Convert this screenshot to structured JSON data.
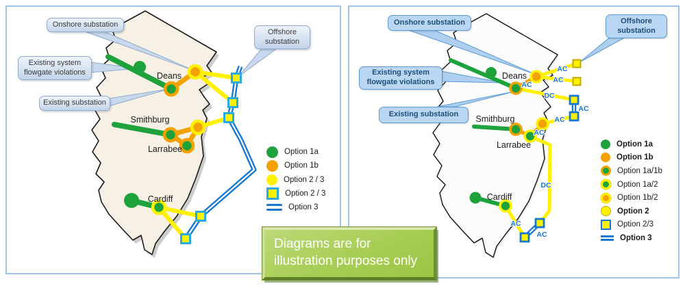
{
  "note_box": {
    "text": "Diagrams are for illustration purposes only"
  },
  "left_panel": {
    "callouts": {
      "onshore": "Onshore substation",
      "offshore": "Offshore substation",
      "flowgate": "Existing system flowgate violations",
      "existing": "Existing substation"
    },
    "cities": [
      "Deans",
      "Smithburg",
      "Larrabee",
      "Cardiff"
    ],
    "legend": [
      {
        "marker": "green-circle",
        "label": "Option 1a"
      },
      {
        "marker": "orange-circle",
        "label": "Option 1b"
      },
      {
        "marker": "yellow-circle",
        "label": "Option 2 / 3"
      },
      {
        "marker": "yellow-square-cyan-border",
        "label": "Option 2 / 3"
      },
      {
        "marker": "blue-double-line",
        "label": "Option 3"
      }
    ]
  },
  "right_panel": {
    "callouts": {
      "onshore": "Onshore substation",
      "offshore": "Offshore substation",
      "flowgate": "Existing system flowgate violations",
      "existing": "Existing substation"
    },
    "cities": [
      "Deans",
      "Smithburg",
      "Larrabee",
      "Cardiff"
    ],
    "line_labels": [
      "AC",
      "AC",
      "AC",
      "DC",
      "AC",
      "AC",
      "AC",
      "DC",
      "AC",
      "AC"
    ],
    "legend": [
      {
        "marker": "green-circle",
        "label": "Option 1a",
        "bold": true
      },
      {
        "marker": "orange-circle",
        "label": "Option 1b",
        "bold": true
      },
      {
        "marker": "green-circle-orange-ring",
        "label": "Option 1a/1b",
        "bold": false
      },
      {
        "marker": "green-circle-yellow-ring",
        "label": "Option 1a/2",
        "bold": false
      },
      {
        "marker": "orange-circle-yellow-ring",
        "label": "Option 1b/2",
        "bold": false
      },
      {
        "marker": "yellow-circle-gold-border",
        "label": "Option 2",
        "bold": true
      },
      {
        "marker": "yellow-square-blue-border",
        "label": "Option 2/3",
        "bold": false
      },
      {
        "marker": "blue-double-line",
        "label": "Option 3",
        "bold": true
      }
    ]
  },
  "colors": {
    "option_1a_green": "#1EA33C",
    "option_1b_orange": "#F3A200",
    "option_2_yellow": "#FFF100",
    "option_3_blue": "#1778D2",
    "cyan_square_border": "#29ABE2",
    "gold_square_border": "#C3A800",
    "callout_left_fill": "#C3D5EA",
    "callout_right_fill": "#B9D7F2",
    "note_green": "#A7CD54",
    "panel_border": "#9DC3E6"
  }
}
